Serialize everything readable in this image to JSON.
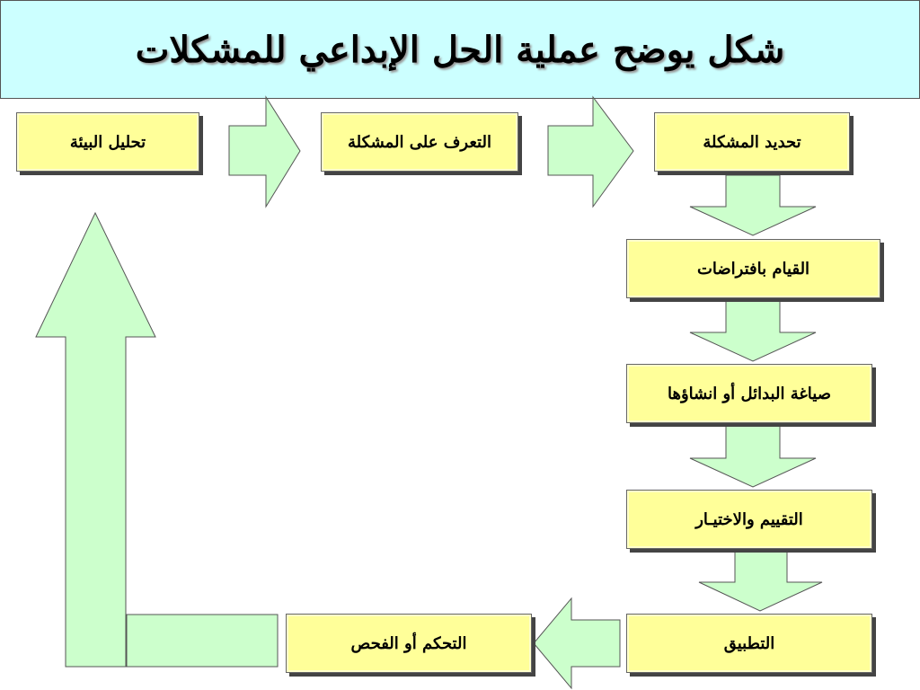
{
  "title": "شكل يوضح عملية الحل الإبداعي للمشكلات",
  "steps": {
    "define": "تحديد المشكلة",
    "hypotheses": "القيام بافتراضات",
    "alternatives": "صياغة البدائل أو انشاؤها",
    "evaluate": "التقييم والاختيـار",
    "apply": "التطبيق",
    "control": "التحكم أو الفحص",
    "analyze": "تحليل البيئة",
    "recognize": "التعرف على المشكلة"
  },
  "colors": {
    "title_bg": "#ccffff",
    "box_fill": "#ffff99",
    "arrow_fill": "#ccffcc"
  }
}
